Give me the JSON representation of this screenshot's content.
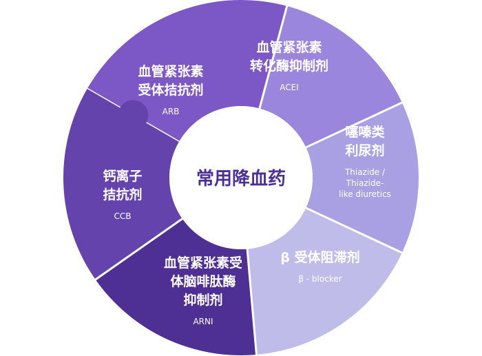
{
  "center": {
    "label": "常用降血药"
  },
  "segments": [
    {
      "id": "arb",
      "title_lines": [
        "血管紧张素",
        "受体拮抗剂"
      ],
      "sub_lines": [
        "ARB"
      ],
      "color": "#7b58c5"
    },
    {
      "id": "acei",
      "title_lines": [
        "血管紧张素",
        "转化酶抑制剂"
      ],
      "sub_lines": [
        "ACEI"
      ],
      "color": "#9a86dc"
    },
    {
      "id": "thiazide",
      "title_lines": [
        "噻嗪类",
        "利尿剂"
      ],
      "sub_lines": [
        "Thiazide /",
        "Thiazide-",
        "like diuretics"
      ],
      "color": "#a99fe3"
    },
    {
      "id": "beta",
      "title_lines": [
        "β 受体阻滞剂"
      ],
      "sub_lines": [
        "β - blocker"
      ],
      "color": "#c0bcea"
    },
    {
      "id": "arni",
      "title_lines": [
        "血管紧张素受",
        "体脑啡肽酶",
        "抑制剂"
      ],
      "sub_lines": [
        "ARNI"
      ],
      "color": "#4e2f94"
    },
    {
      "id": "ccb",
      "title_lines": [
        "钙离子",
        "拮抗剂"
      ],
      "sub_lines": [
        "CCB"
      ],
      "color": "#6443ad"
    }
  ]
}
